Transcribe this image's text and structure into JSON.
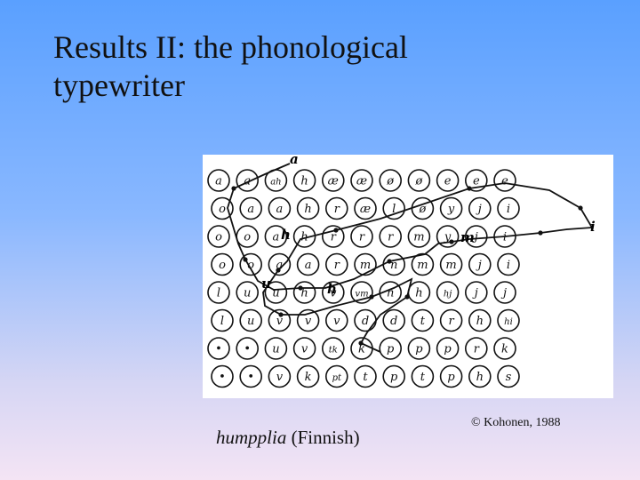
{
  "slide": {
    "title_line1": "Results II: the phonological",
    "title_line2": "typewriter",
    "caption_word": "humpplia",
    "caption_rest": " (Finnish)",
    "credit": "© Kohonen, 1988"
  },
  "map": {
    "rows": [
      [
        "a",
        "a",
        "ah",
        "h",
        "æ",
        "æ",
        "ø",
        "ø",
        "e",
        "e",
        "e"
      ],
      [
        "o",
        "a",
        "a",
        "h",
        "r",
        "æ",
        "l",
        "ø",
        "y",
        "j",
        "i"
      ],
      [
        "o",
        "o",
        "a",
        "h",
        "r",
        "r",
        "r",
        "m",
        "y",
        "j",
        "i"
      ],
      [
        "o",
        "o",
        "a",
        "a",
        "r",
        "m",
        "n",
        "m",
        "m",
        "j",
        "i"
      ],
      [
        "l",
        "u",
        "u",
        "h",
        "v",
        "vm",
        "n",
        "h",
        "hj",
        "j",
        "j"
      ],
      [
        "l",
        "u",
        "v",
        "v",
        "v",
        "d",
        "d",
        "t",
        "r",
        "h",
        "hi"
      ],
      [
        "•",
        "•",
        "u",
        "v",
        "tk",
        "k",
        "p",
        "p",
        "p",
        "r",
        "k"
      ],
      [
        "•",
        "•",
        "v",
        "k",
        "pt",
        "t",
        "p",
        "t",
        "p",
        "h",
        "s"
      ]
    ],
    "path_labels": [
      "a",
      "h",
      "m",
      "i",
      "u",
      "h"
    ]
  }
}
